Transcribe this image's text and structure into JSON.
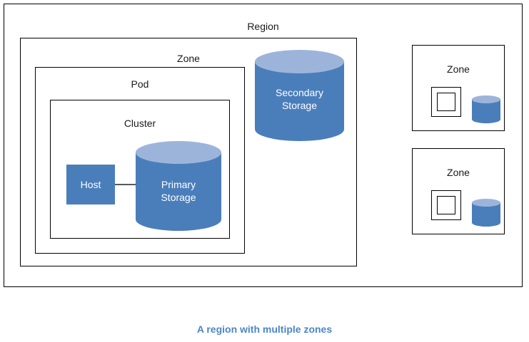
{
  "diagram": {
    "caption": "A region with multiple zones",
    "caption_color": "#4A86C8",
    "background_color": "#ffffff",
    "border_color": "#000000"
  },
  "colors": {
    "cylinder_body": "#4A7EBB",
    "cylinder_top": "#9DB4DA",
    "host_fill": "#4A7EBB",
    "connector": "#595959",
    "label_text": "#1a1a1a",
    "shape_text": "#ffffff"
  },
  "region": {
    "label": "Region",
    "zone": {
      "label": "Zone",
      "pod": {
        "label": "Pod",
        "cluster": {
          "label": "Cluster",
          "host": {
            "label": "Host"
          },
          "primary_storage": {
            "line1": "Primary",
            "line2": "Storage"
          }
        }
      },
      "secondary_storage": {
        "line1": "Secondary",
        "line2": "Storage"
      }
    }
  },
  "other_zones": [
    {
      "label": "Zone"
    },
    {
      "label": "Zone"
    }
  ]
}
